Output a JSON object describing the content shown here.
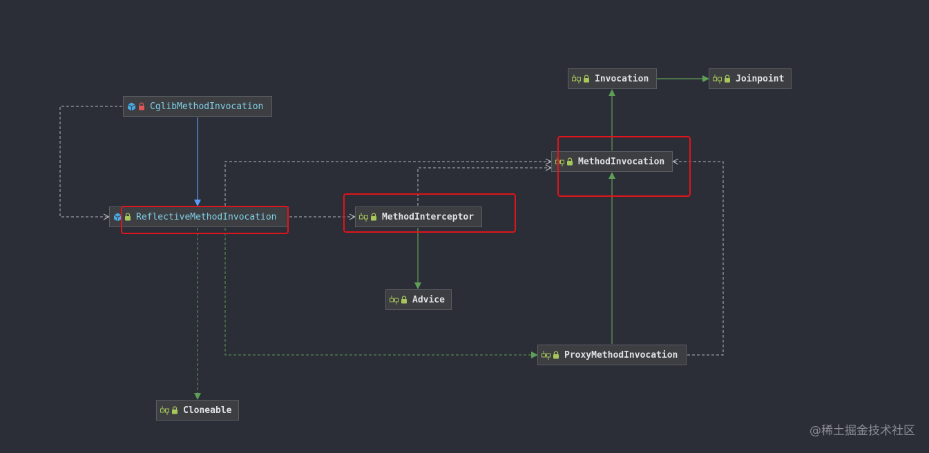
{
  "nodes": [
    {
      "id": "invocation",
      "label": "Invocation",
      "kind": "interface",
      "icon": "interface-icon",
      "lock": "green"
    },
    {
      "id": "joinpoint",
      "label": "Joinpoint",
      "kind": "interface",
      "icon": "interface-icon",
      "lock": "green"
    },
    {
      "id": "cglib",
      "label": "CglibMethodInvocation",
      "kind": "class",
      "icon": "class-icon",
      "lock": "red"
    },
    {
      "id": "method_invocation",
      "label": "MethodInvocation",
      "kind": "interface",
      "icon": "interface-icon",
      "lock": "green"
    },
    {
      "id": "reflective",
      "label": "ReflectiveMethodInvocation",
      "kind": "class",
      "icon": "class-icon",
      "lock": "green"
    },
    {
      "id": "interceptor",
      "label": "MethodInterceptor",
      "kind": "interface",
      "icon": "interface-icon",
      "lock": "green"
    },
    {
      "id": "advice",
      "label": "Advice",
      "kind": "interface",
      "icon": "interface-icon",
      "lock": "green"
    },
    {
      "id": "proxy",
      "label": "ProxyMethodInvocation",
      "kind": "interface",
      "icon": "interface-icon",
      "lock": "green"
    },
    {
      "id": "cloneable",
      "label": "Cloneable",
      "kind": "interface",
      "icon": "interface-icon",
      "lock": "green"
    }
  ],
  "edges": [
    {
      "from": "invocation",
      "to": "joinpoint",
      "style": "extends"
    },
    {
      "from": "method_invocation",
      "to": "invocation",
      "style": "extends"
    },
    {
      "from": "proxy",
      "to": "method_invocation",
      "style": "extends"
    },
    {
      "from": "interceptor",
      "to": "advice",
      "style": "extends"
    },
    {
      "from": "cglib",
      "to": "reflective",
      "style": "class-extends"
    },
    {
      "from": "reflective",
      "to": "interceptor",
      "style": "dependency"
    },
    {
      "from": "reflective",
      "to": "method_invocation",
      "style": "dependency"
    },
    {
      "from": "interceptor",
      "to": "method_invocation",
      "style": "dependency"
    },
    {
      "from": "proxy",
      "to": "method_invocation",
      "style": "dependency"
    },
    {
      "from": "cglib",
      "to": "reflective",
      "style": "dependency"
    },
    {
      "from": "reflective",
      "to": "proxy",
      "style": "implements"
    },
    {
      "from": "reflective",
      "to": "cloneable",
      "style": "implements"
    }
  ],
  "highlighted": [
    "reflective",
    "interceptor",
    "method_invocation"
  ],
  "colors": {
    "background": "#2b2d37",
    "node_fill": "#3c3e42",
    "node_border": "#5b5e63",
    "interface_text": "#dfe1e5",
    "class_text": "#7fcfe6",
    "extends_edge": "#5f9e57",
    "class_extends_edge": "#589df6",
    "dependency_edge": "#b4b6bb",
    "highlight": "#e0141b"
  },
  "watermark": "@稀土掘金技术社区"
}
